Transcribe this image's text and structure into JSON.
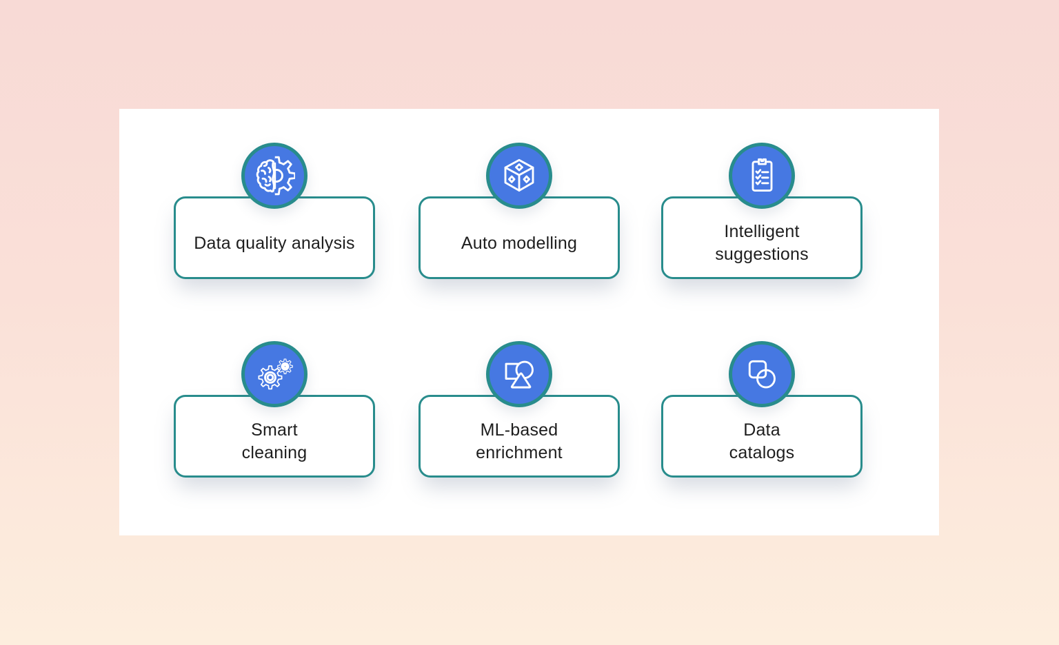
{
  "page": {
    "background_top": "#f8dad6",
    "background_bottom": "#fdeede",
    "panel_color": "#ffffff"
  },
  "theme": {
    "accent_blue": "#4678e2",
    "accent_teal": "#288c8c",
    "text_color": "#1e1e1e",
    "icon_stroke": "#ffffff"
  },
  "features": [
    {
      "label": "Data quality analysis",
      "icon": "brain-gear-icon"
    },
    {
      "label": "Auto modelling",
      "icon": "cube-icon"
    },
    {
      "label": "Intelligent\nsuggestions",
      "icon": "clipboard-checklist-icon"
    },
    {
      "label": "Smart\ncleaning",
      "icon": "gears-icon"
    },
    {
      "label": "ML-based\nenrichment",
      "icon": "shapes-icon"
    },
    {
      "label": "Data\ncatalogs",
      "icon": "overlapping-square-circle-icon"
    }
  ]
}
